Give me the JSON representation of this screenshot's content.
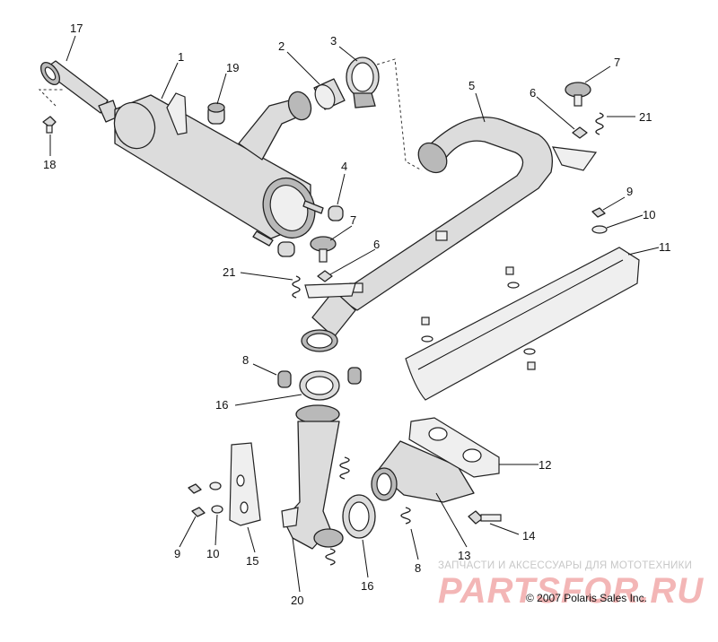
{
  "callouts": [
    {
      "label": "17"
    },
    {
      "label": "1"
    },
    {
      "label": "2"
    },
    {
      "label": "3"
    },
    {
      "label": "19"
    },
    {
      "label": "18"
    },
    {
      "label": "5"
    },
    {
      "label": "7"
    },
    {
      "label": "6"
    },
    {
      "label": "21"
    },
    {
      "label": "4"
    },
    {
      "label": "7"
    },
    {
      "label": "6"
    },
    {
      "label": "21"
    },
    {
      "label": "9"
    },
    {
      "label": "10"
    },
    {
      "label": "11"
    },
    {
      "label": "8"
    },
    {
      "label": "16"
    },
    {
      "label": "12"
    },
    {
      "label": "14"
    },
    {
      "label": "13"
    },
    {
      "label": "9"
    },
    {
      "label": "10"
    },
    {
      "label": "15"
    },
    {
      "label": "8"
    },
    {
      "label": "16"
    },
    {
      "label": "20"
    }
  ],
  "watermark": {
    "tagline": "ЗАПЧАСТИ И АКСЕССУАРЫ ДЛЯ МОТОТЕХНИКИ",
    "brand": "PARTSFOR.RU"
  },
  "copyright": "© 2007 Polaris Sales Inc."
}
